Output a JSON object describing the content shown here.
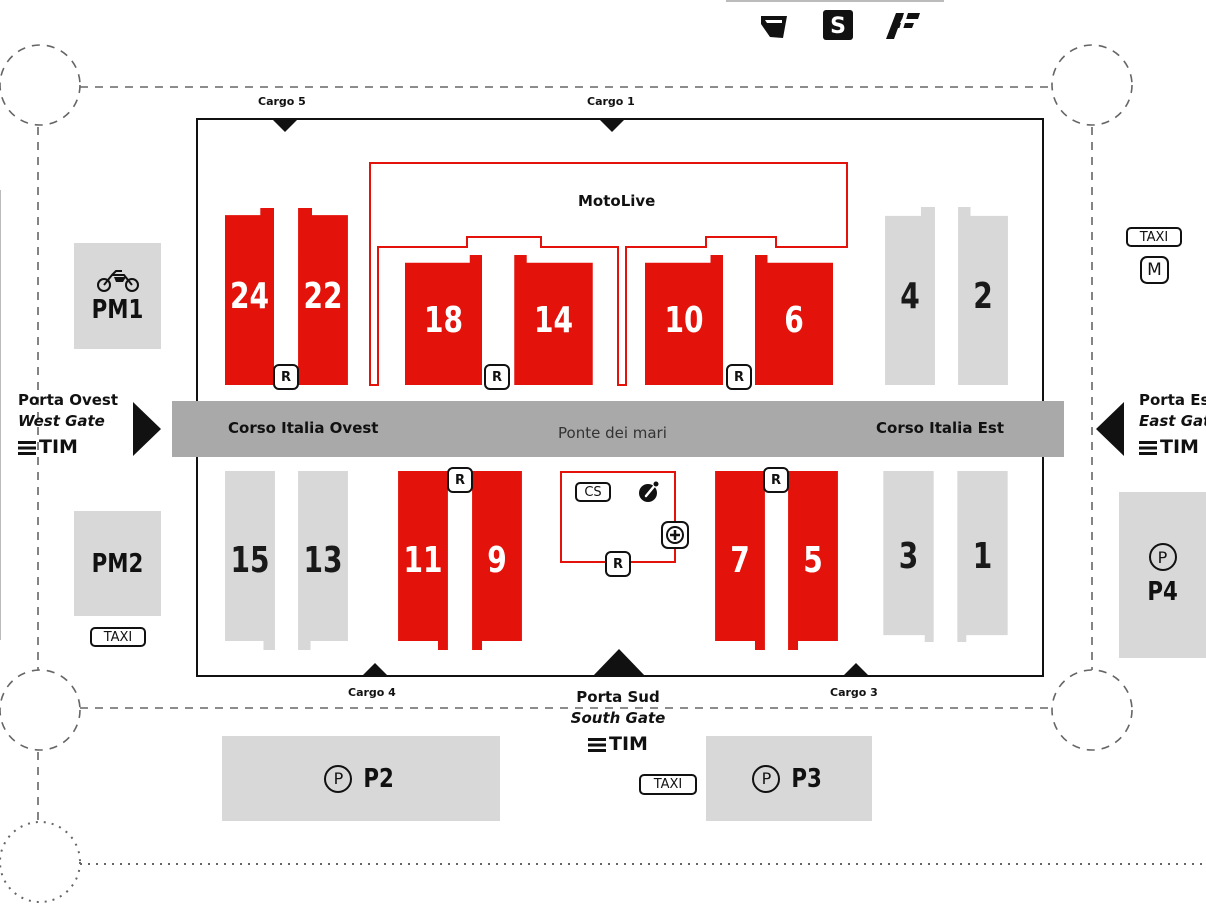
{
  "transit_icons": [
    "bus-icon",
    "metro-s-icon",
    "train-icon"
  ],
  "venue": {
    "halls_red": [
      {
        "id": "24",
        "label": "24"
      },
      {
        "id": "22",
        "label": "22"
      },
      {
        "id": "18",
        "label": "18"
      },
      {
        "id": "14",
        "label": "14"
      },
      {
        "id": "10",
        "label": "10"
      },
      {
        "id": "6",
        "label": "6"
      },
      {
        "id": "11",
        "label": "11"
      },
      {
        "id": "9",
        "label": "9"
      },
      {
        "id": "7",
        "label": "7"
      },
      {
        "id": "5",
        "label": "5"
      }
    ],
    "halls_grey": [
      {
        "id": "4",
        "label": "4"
      },
      {
        "id": "2",
        "label": "2"
      },
      {
        "id": "15",
        "label": "15"
      },
      {
        "id": "13",
        "label": "13"
      },
      {
        "id": "3",
        "label": "3"
      },
      {
        "id": "1",
        "label": "1"
      }
    ],
    "motolive": "MotoLive",
    "street": {
      "west": "Corso Italia Ovest",
      "center": "Ponte dei mari",
      "east": "Corso Italia Est"
    },
    "restaurant_label": "R",
    "services": {
      "cs_label": "CS",
      "icons": [
        "cs-badge",
        "fuel-icon",
        "first-aid-icon"
      ]
    }
  },
  "cargo": {
    "cargo5": "Cargo 5",
    "cargo1": "Cargo 1",
    "cargo4": "Cargo 4",
    "cargo3": "Cargo 3"
  },
  "gates": {
    "west": {
      "name_it": "Porta Ovest",
      "name_en": "West Gate",
      "sponsor": "TIM"
    },
    "east": {
      "name_it": "Porta Est",
      "name_en": "East Gate",
      "sponsor": "TIM"
    },
    "south": {
      "name_it": "Porta Sud",
      "name_en": "South Gate",
      "sponsor": "TIM"
    }
  },
  "parking": {
    "pm1": "PM1",
    "pm2": "PM2",
    "p2": "P2",
    "p3": "P3",
    "p4": "P4",
    "p_symbol": "P",
    "moto_icon": "motorcycle-icon"
  },
  "taxi_label": "TAXI",
  "metro_label": "M"
}
